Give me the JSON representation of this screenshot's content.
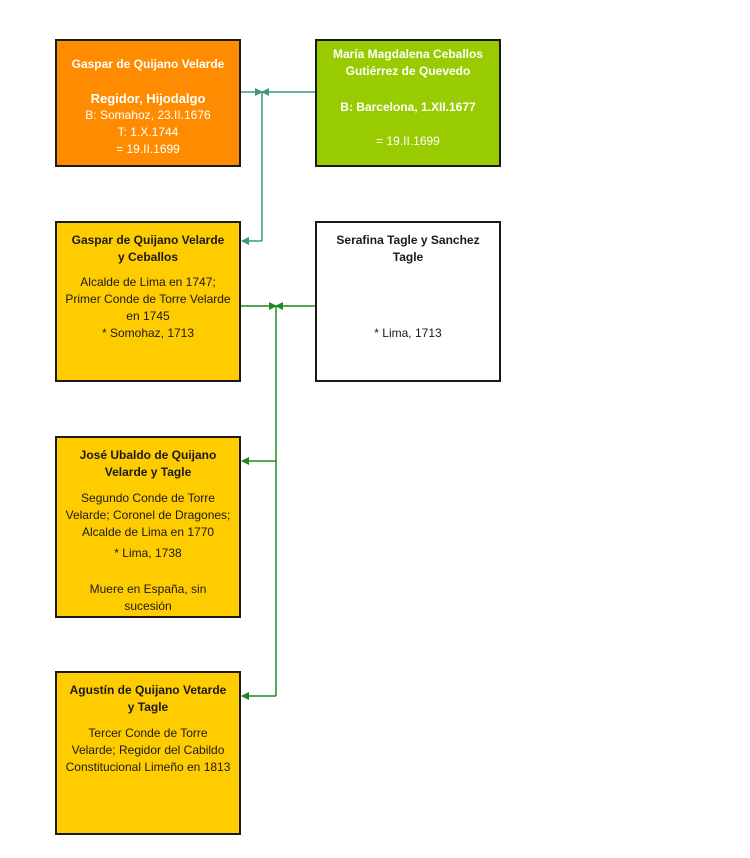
{
  "colors": {
    "gen1_male": "#ff8c00",
    "gen1_female": "#99cc00",
    "descendants": "#ffcc00",
    "spouse": "#ffffff",
    "connector_gen1": "#3c9a78",
    "connector_gen2": "#1e8a1e"
  },
  "persons": {
    "gaspar_sr": {
      "name": "Gaspar de Quijano Velarde",
      "title": "Regidor, Hijodalgo",
      "birth": "B: Somahoz, 23.II.1676",
      "death": "T: 1.X.1744",
      "marriage": "= 19.II.1699"
    },
    "maria": {
      "name_line1": "María Magdalena Ceballos",
      "name_line2": "Gutiérrez de Quevedo",
      "birth": "B: Barcelona, 1.XII.1677",
      "marriage": "= 19.II.1699"
    },
    "gaspar_jr": {
      "name_line1": "Gaspar de Quijano Velarde",
      "name_line2": "y Ceballos",
      "desc_line1": "Alcalde de Lima en 1747;",
      "desc_line2": "Primer Conde de Torre Velarde",
      "desc_line3": "en 1745",
      "birth": "* Somohaz, 1713"
    },
    "serafina": {
      "name_line1": "Serafina Tagle y Sanchez",
      "name_line2": "Tagle",
      "birth": "* Lima, 1713"
    },
    "jose": {
      "name_line1": "José Ubaldo de Quijano",
      "name_line2": "Velarde y Tagle",
      "desc_line1": "Segundo Conde de Torre",
      "desc_line2": "Velarde; Coronel de Dragones;",
      "desc_line3": "Alcalde de Lima en 1770",
      "birth": "* Lima, 1738",
      "note_line1": "Muere en España, sin",
      "note_line2": "sucesión"
    },
    "agustin": {
      "name_line1": "Agustín de Quijano Vetarde",
      "name_line2": "y Tagle",
      "desc_line1": "Tercer Conde de Torre",
      "desc_line2": "Velarde; Regidor del Cabildo",
      "desc_line3": "Constitucional Limeño en 1813"
    }
  }
}
